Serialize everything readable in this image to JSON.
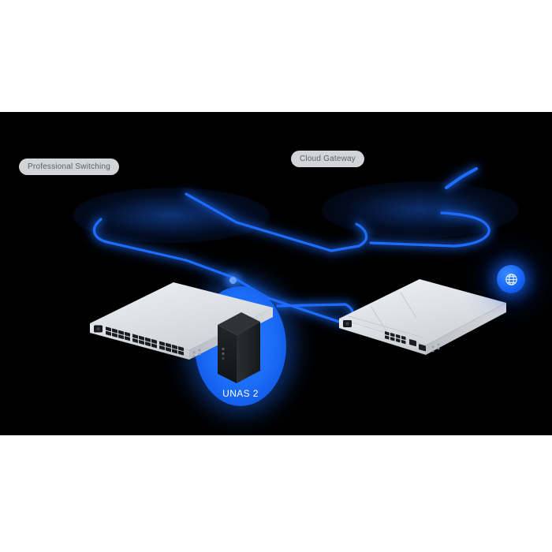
{
  "diagram": {
    "type": "network-topology",
    "background_color": "#000000",
    "page_background": "#ffffff",
    "accent_color": "#1b6cf7",
    "cable_color": "#1f6dff",
    "highlight_color": "#2b7dff",
    "devices": [
      {
        "id": "switch",
        "label": "Professional Switching",
        "kind": "rack-switch",
        "port_rows": 2,
        "ports_per_row": 24,
        "body_color": "#dfe2e6"
      },
      {
        "id": "gateway",
        "label": "Cloud Gateway",
        "kind": "rack-gateway",
        "body_color": "#dfe2e6"
      },
      {
        "id": "unas",
        "label": "UNAS 2",
        "kind": "nas",
        "body_color": "#1b1c1e",
        "highlighted": true
      }
    ],
    "icons": [
      {
        "id": "internet",
        "name": "globe-icon",
        "color": "#1463f3"
      }
    ],
    "labels": {
      "switch": "Professional Switching",
      "gateway": "Cloud Gateway",
      "unas": "UNAS 2"
    }
  }
}
